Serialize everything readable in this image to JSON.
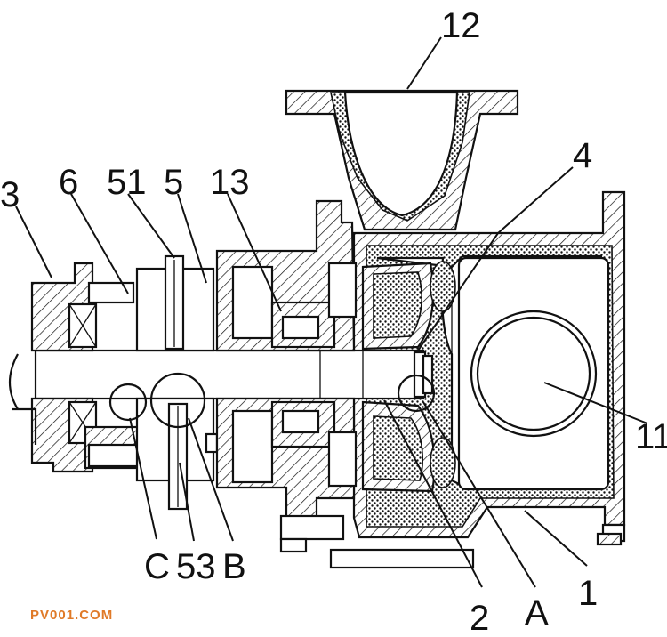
{
  "labels": {
    "l12": "12",
    "l4": "4",
    "l3": "3",
    "l6": "6",
    "l51": "51",
    "l5": "5",
    "l13": "13",
    "l11": "11",
    "lC": "C",
    "l53": "53",
    "lB": "B",
    "l2": "2",
    "lA": "A",
    "l1": "1"
  },
  "watermark": {
    "text": "PV001.COM",
    "color": "#e07a28"
  },
  "colors": {
    "line": "#111111",
    "background": "#ffffff"
  }
}
